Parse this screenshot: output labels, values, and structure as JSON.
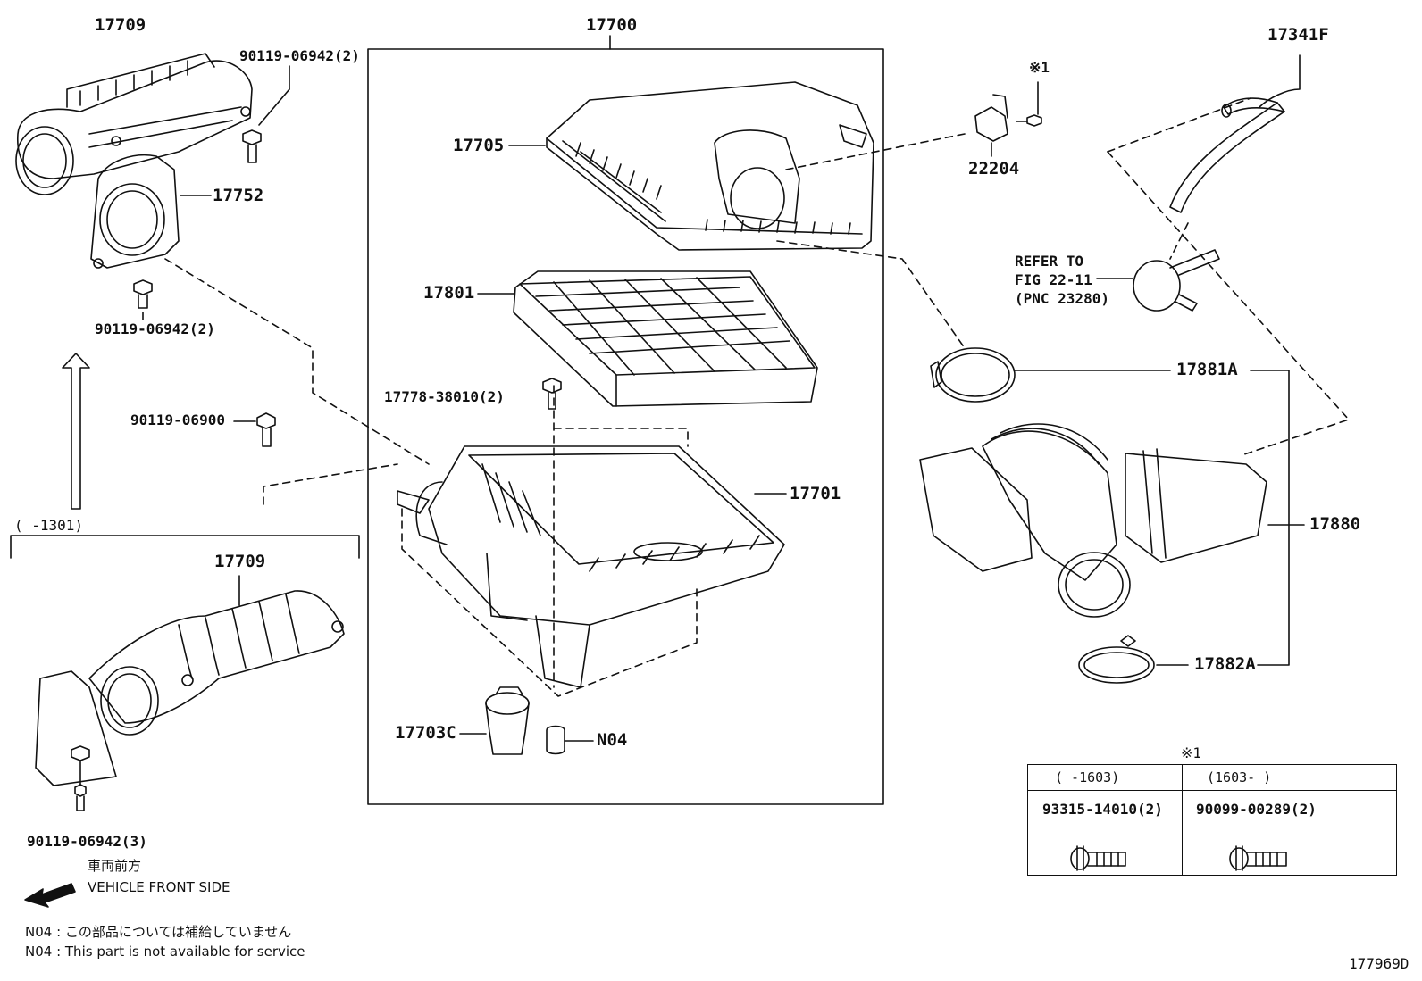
{
  "labels": {
    "p17709_top": "17709",
    "p17700": "17700",
    "p17341F": "17341F",
    "p90119_06942_2a": "90119-06942(2)",
    "p17705": "17705",
    "p22204": "22204",
    "note_mark_1": "※1",
    "p17752": "17752",
    "p90119_06942_2b": "90119-06942(2)",
    "p17801": "17801",
    "refer_to": "REFER TO",
    "fig_22_11": "FIG 22-11",
    "pnc_23280": "(PNC 23280)",
    "p17881A": "17881A",
    "p17778": "17778-38010(2)",
    "p90119_06900": "90119-06900",
    "p17701": "17701",
    "p17880": "17880",
    "range_1301": "(      -1301)",
    "p17709_bottom": "17709",
    "p17882A": "17882A",
    "p17703C": "17703C",
    "pN04": "N04",
    "p90119_06942_3": "90119-06942(3)",
    "diagram_id": "177969D"
  },
  "notes": {
    "front_jp": "車両前方",
    "front_en": "VEHICLE FRONT SIDE",
    "n04_jp": "N04 : この部品については補給していません",
    "n04_en": "N04 : This part is not available for service"
  },
  "table": {
    "mark": "※1",
    "col1_header": "(      -1603)",
    "col2_header": "(1603-      )",
    "col1_part": "93315-14010(2)",
    "col2_part": "90099-00289(2)"
  }
}
